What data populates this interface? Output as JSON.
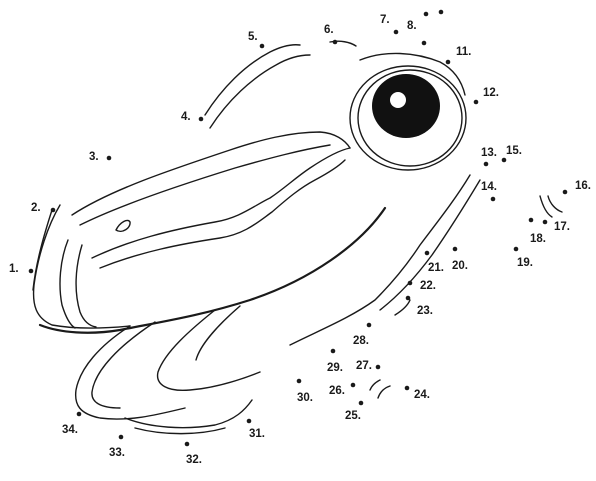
{
  "puzzle": {
    "type": "connect-the-dots",
    "subject_icon": "frog-icon",
    "ink_color": "#1a1a1a",
    "background_color": "#ffffff",
    "dots": [
      {
        "label": "1."
      },
      {
        "label": "2."
      },
      {
        "label": "3."
      },
      {
        "label": "4."
      },
      {
        "label": "5."
      },
      {
        "label": "6."
      },
      {
        "label": "7."
      },
      {
        "label": "8."
      },
      {
        "label": ""
      },
      {
        "label": ""
      },
      {
        "label": "11."
      },
      {
        "label": "12."
      },
      {
        "label": "13."
      },
      {
        "label": "14."
      },
      {
        "label": "15."
      },
      {
        "label": "16."
      },
      {
        "label": "17."
      },
      {
        "label": "18."
      },
      {
        "label": "19."
      },
      {
        "label": "20."
      },
      {
        "label": "21."
      },
      {
        "label": "22."
      },
      {
        "label": "23."
      },
      {
        "label": "24."
      },
      {
        "label": "25."
      },
      {
        "label": "26."
      },
      {
        "label": "27."
      },
      {
        "label": "28."
      },
      {
        "label": "29."
      },
      {
        "label": "30."
      },
      {
        "label": "31."
      },
      {
        "label": "32."
      },
      {
        "label": "33."
      },
      {
        "label": "34."
      }
    ]
  }
}
